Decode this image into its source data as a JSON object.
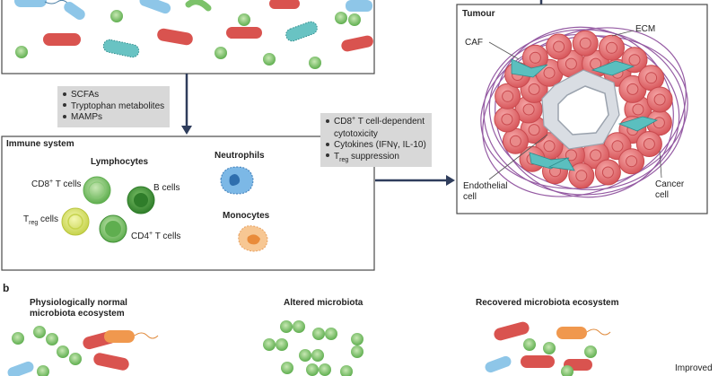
{
  "flow_box_1": {
    "items": [
      "SCFAs",
      "Tryptophan metabolites",
      "MAMPs"
    ]
  },
  "immune_system": {
    "title": "Immune system",
    "lymphocytes_title": "Lymphocytes",
    "cd8_main": "CD8",
    "cd8_sup": "+",
    "cd8_rest": " T cells",
    "b_cells": "B cells",
    "treg_main": "T",
    "treg_sub": "reg",
    "treg_rest": " cells",
    "cd4_main": "CD4",
    "cd4_sup": "+",
    "cd4_rest": " T cells",
    "neutrophils": "Neutrophils",
    "monocytes": "Monocytes"
  },
  "flow_box_2": {
    "item1_prefix": "CD8",
    "item1_sup": "+",
    "item1_line1": " T cell-dependent",
    "item1_line2": "cytotoxicity",
    "item2": "Cytokines (IFNγ, IL-10)",
    "item3_t": "T",
    "item3_sub": "reg",
    "item3_rest": " suppression"
  },
  "tumour": {
    "title": "Tumour",
    "ecm": "ECM",
    "caf": "CAF",
    "endothelial_line1": "Endothelial",
    "endothelial_line2": "cell",
    "cancer_line1": "Cancer",
    "cancer_line2": "cell"
  },
  "panel_b": {
    "letter": "b",
    "normal_line1": "Physiologically normal",
    "normal_line2": "microbiota ecosystem",
    "altered": "Altered microbiota",
    "recovered": "Recovered microbiota ecosystem",
    "improved": "Improved"
  },
  "colors": {
    "arrow": "#2f3d5c",
    "cancer_cell": "#e07777",
    "caf": "#5bbfbf",
    "ecm": "#8a4a9a",
    "green_cell": "#7cc26a",
    "red_bacterium": "#d9534f",
    "blue_bacterium": "#8ec6e8"
  }
}
